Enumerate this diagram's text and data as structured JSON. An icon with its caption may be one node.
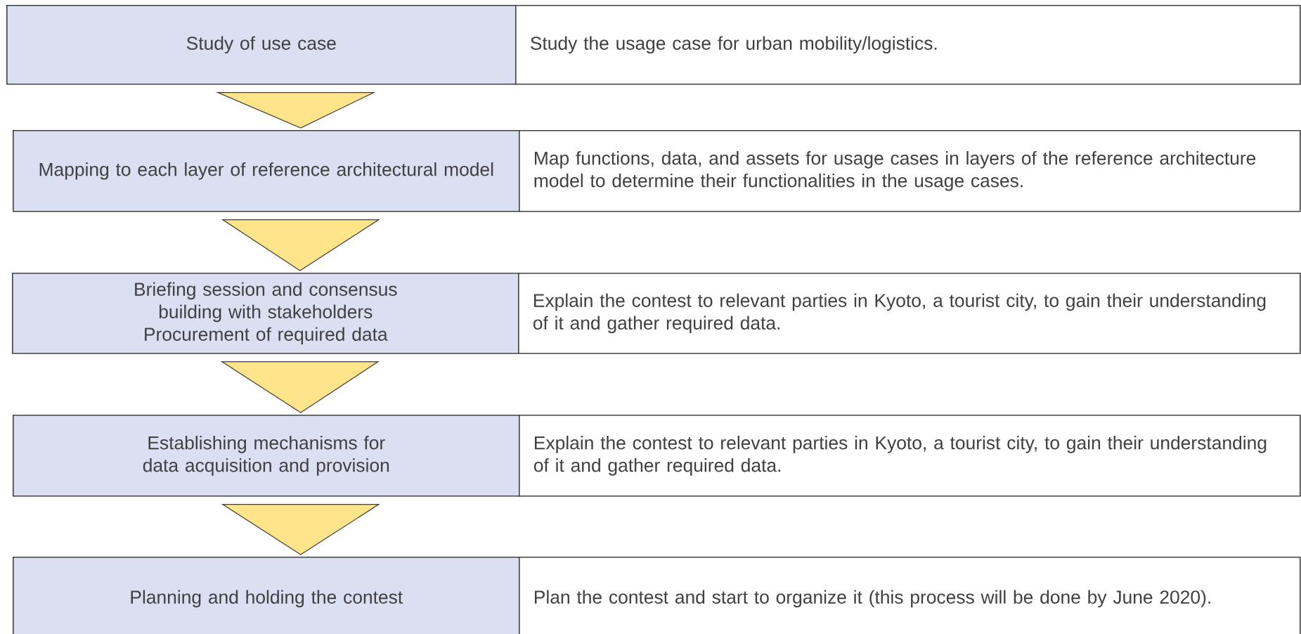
{
  "diagram": {
    "nodes": [
      {
        "text": [
          "Study of use case"
        ]
      },
      {
        "text": [
          "Study the usage case for urban mobility/logistics."
        ]
      },
      {
        "text": [
          "Mapping to each layer of reference architectural model"
        ]
      },
      {
        "text": [
          "Map functions, data, and assets for usage cases in layers of the reference architecture model to determine their functionalities in the usage cases."
        ]
      },
      {
        "text": [
          "Briefing session and consensus building with stakeholders",
          "Procurement of required data"
        ]
      },
      {
        "text": [
          "Explain the contest to relevant parties in Kyoto, a tourist city, to gain their understanding of it and gather required data."
        ]
      },
      {
        "text": [
          "Establishing mechanisms for data acquisition and provision"
        ]
      },
      {
        "text": [
          "Explain the contest to relevant parties in Kyoto, a tourist city, to gain their understanding of it and gather required data."
        ]
      },
      {
        "text": [
          "Planning and holding the contest"
        ]
      },
      {
        "text": [
          "Plan the contest and start to organize it (this process will be done by June 2020)."
        ]
      }
    ],
    "edges": [
      {
        "from": 0,
        "to": 2,
        "arrow": "to"
      },
      {
        "from": 2,
        "to": 4,
        "arrow": "to"
      },
      {
        "from": 4,
        "to": 6,
        "arrow": "to"
      },
      {
        "from": 6,
        "to": 8,
        "arrow": "to"
      }
    ]
  }
}
